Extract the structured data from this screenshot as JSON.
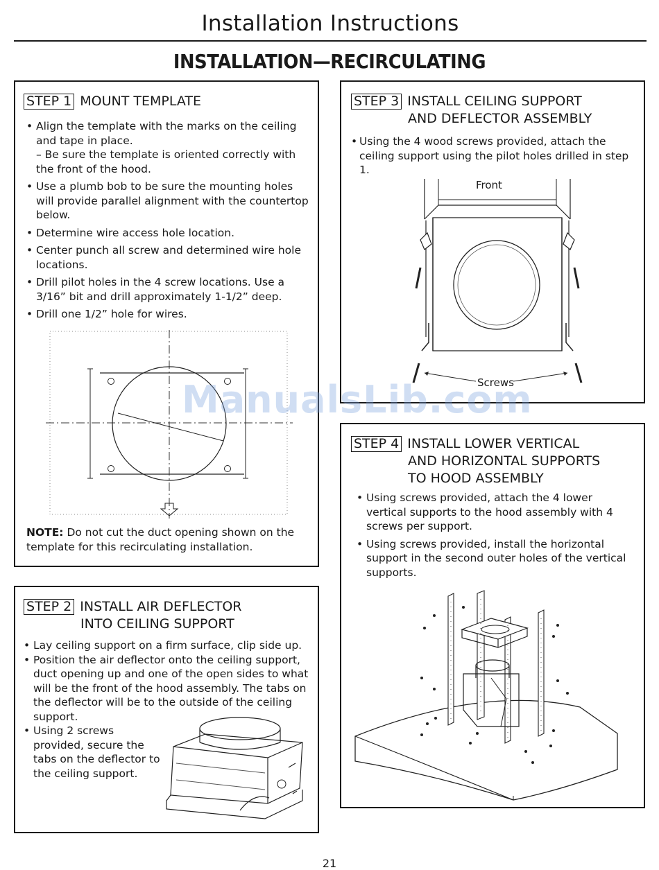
{
  "header": {
    "title": "Installation Instructions"
  },
  "section": {
    "title": "INSTALLATION—RECIRCULATING"
  },
  "step1": {
    "num": "STEP 1",
    "title": "MOUNT TEMPLATE",
    "bullets": [
      "Align the template with the marks on the ceiling and tape in place.",
      "Use a plumb bob to be sure the mounting holes will provide parallel alignment with the countertop below.",
      "Determine wire access hole location.",
      "Center punch all screw and determined wire hole locations.",
      "Drill pilot holes in the 4 screw locations. Use a 3/16” bit and drill approximately 1-1/2” deep.",
      "Drill one 1/2” hole for wires."
    ],
    "sub_bullet": "– Be sure the template is oriented correctly with the front of the hood.",
    "note_label": "NOTE:",
    "note_text": " Do not cut the duct opening shown on the template for this recirculating installation."
  },
  "step2": {
    "num": "STEP 2",
    "title_line1": "INSTALL AIR DEFLECTOR",
    "title_line2": "INTO CEILING SUPPORT",
    "bullets": [
      "Lay ceiling support on a firm surface, clip side up.",
      "Position the air deflector onto the ceiling support, duct opening up and one of the open sides to what will be the front of the hood assembly. The tabs on the deflector will be to the outside of the ceiling support.",
      "Using 2 screws provided, secure the tabs on the deflector to the ceiling support."
    ]
  },
  "step3": {
    "num": "STEP 3",
    "title_line1": "INSTALL CEILING SUPPORT",
    "title_line2": "AND DEFLECTOR ASSEMBLY",
    "bullets": [
      "Using the 4 wood screws provided, attach the ceiling support using the pilot holes drilled in step 1."
    ],
    "label_front": "Front",
    "label_screws": "Screws"
  },
  "step4": {
    "num": "STEP 4",
    "title_line1": "INSTALL LOWER VERTICAL",
    "title_line2": "AND HORIZONTAL SUPPORTS",
    "title_line3": "TO HOOD ASSEMBLY",
    "bullets": [
      "Using screws provided, attach the 4 lower vertical supports to the hood assembly with 4 screws per support.",
      "Using screws provided, install the horizontal support in the second outer holes of the vertical supports."
    ]
  },
  "watermark": "ManualsLib.com",
  "page_number": "21"
}
